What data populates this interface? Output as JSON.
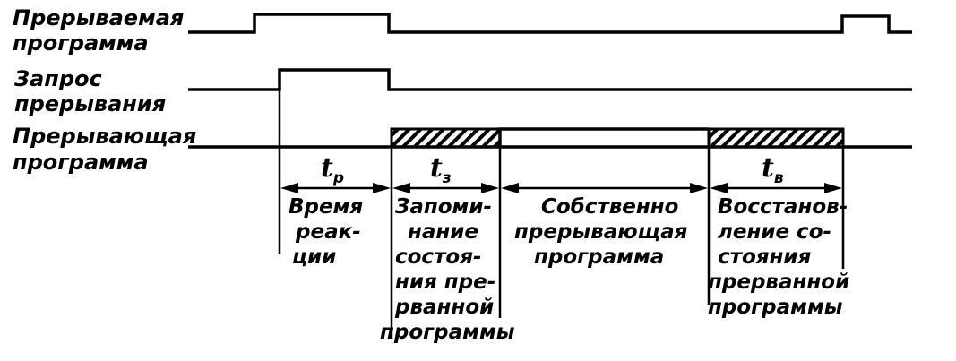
{
  "rows": [
    {
      "line1": "Прерываемая",
      "line2": "программа"
    },
    {
      "line1": "Запрос",
      "line2": "прерывания"
    },
    {
      "line1": "Прерывающая",
      "line2": "программа"
    }
  ],
  "intervals": [
    {
      "symbol": "t",
      "subscript": "р",
      "lines": [
        "Время",
        "реак-",
        "ции"
      ]
    },
    {
      "symbol": "t",
      "subscript": "з",
      "lines": [
        "Запоми-",
        "нание",
        "состоя-",
        "ния пре-",
        "рванной",
        "программы"
      ]
    },
    {
      "symbol": "",
      "subscript": "",
      "lines": [
        "Собственно",
        "прерывающая",
        "программа"
      ]
    },
    {
      "symbol": "t",
      "subscript": "в",
      "lines": [
        "Восстанов-",
        "ление со-",
        "стояния",
        "прерванной",
        "программы"
      ]
    }
  ],
  "colors": {
    "ink": "#000000",
    "paper": "#ffffff"
  }
}
